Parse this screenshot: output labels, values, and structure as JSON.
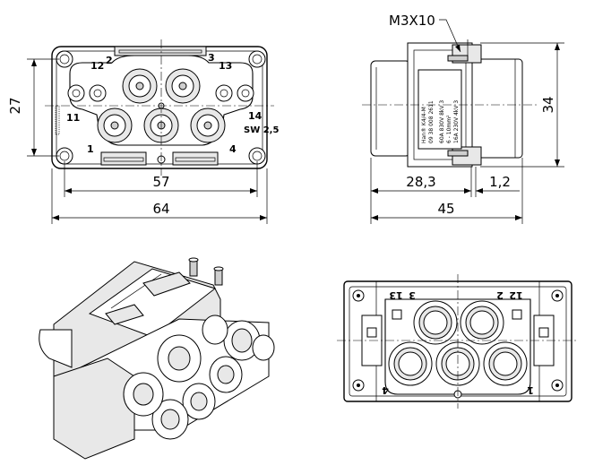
{
  "front_view": {
    "contacts_top": [
      "12",
      "2",
      "3",
      "13"
    ],
    "contacts_side": [
      "11",
      "14"
    ],
    "corners": [
      "1",
      "4"
    ],
    "sw_label": "SW 2,5",
    "dim_width_inner": "57",
    "dim_width_outer": "64",
    "dim_height": "27"
  },
  "side_view": {
    "screw_label": "M3X10",
    "dim_height": "34",
    "dim_depth_body": "28,3",
    "dim_gap": "1,2",
    "dim_total": "45",
    "label_lines": [
      "Han® K4/4-M",
      "09 38 008 2611",
      "60A 830V 8kV 3",
      "6 - 10mm²",
      "16A 230V 4kV 3"
    ]
  },
  "rear_view": {
    "contacts_top": [
      "13",
      "3",
      "2",
      "12"
    ],
    "corners": [
      "4",
      "1"
    ]
  }
}
